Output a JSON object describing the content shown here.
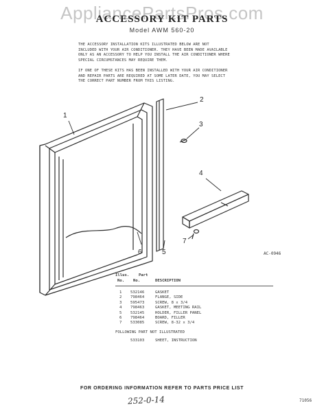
{
  "watermark": "AppliancePartsPros.com",
  "title": "ACCESSORY KIT PARTS",
  "model": "Model AWM 560-20",
  "intro": {
    "paragraph1": [
      "THE ACCESSORY INSTALLATION KITS ILLUSTRATED BELOW ARE NOT",
      "INCLUDED WITH YOUR AIR CONDITIONER. THEY HAVE BEEN MADE AVAILABLE",
      "ONLY AS AN ACCESSORY TO HELP YOU INSTALL THE AIR CONDITIONER WHERE",
      "SPECIAL CIRCUMSTANCES MAY REQUIRE THEM."
    ],
    "paragraph2": [
      "IF ONE OF THESE KITS HAS BEEN INSTALLED WITH YOUR AIR CONDITIONER",
      "AND REPAIR PARTS ARE REQUIRED AT SOME LATER DATE, YOU MAY SELECT",
      "THE CORRECT PART NUMBER FROM THIS LISTING."
    ]
  },
  "callouts": [
    "1",
    "2",
    "3",
    "4",
    "5",
    "6",
    "7"
  ],
  "drawing_ref": "AC-0946",
  "parts_table": {
    "header_illus": "Illus.",
    "header_no": "No.",
    "header_part": "Part",
    "header_partno": "No.",
    "header_desc": "DESCRIPTION",
    "rows": [
      {
        "illus": "1",
        "part": "532146",
        "desc": "GASKET"
      },
      {
        "illus": "2",
        "part": "798464",
        "desc": "FLANGE, SIDE"
      },
      {
        "illus": "3",
        "part": "595473",
        "desc": "SCREW, 8 x 3/4"
      },
      {
        "illus": "4",
        "part": "798463",
        "desc": "GASKET, MEETING RAIL"
      },
      {
        "illus": "5",
        "part": "532145",
        "desc": "HOLDER, FILLER PANEL"
      },
      {
        "illus": "6",
        "part": "798464",
        "desc": "BOARD, FILLER"
      },
      {
        "illus": "7",
        "part": "533085",
        "desc": "SCREW, 8-32 x 3/4"
      }
    ],
    "following_note": "FOLLOWING PART NOT ILLUSTRATED",
    "extra": {
      "part": "533103",
      "desc": "SHEET, INSTRUCTION"
    }
  },
  "footer": "FOR ORDERING INFORMATION REFER TO PARTS PRICE LIST",
  "handwriting": "252-0-14",
  "corner_code": "71056"
}
